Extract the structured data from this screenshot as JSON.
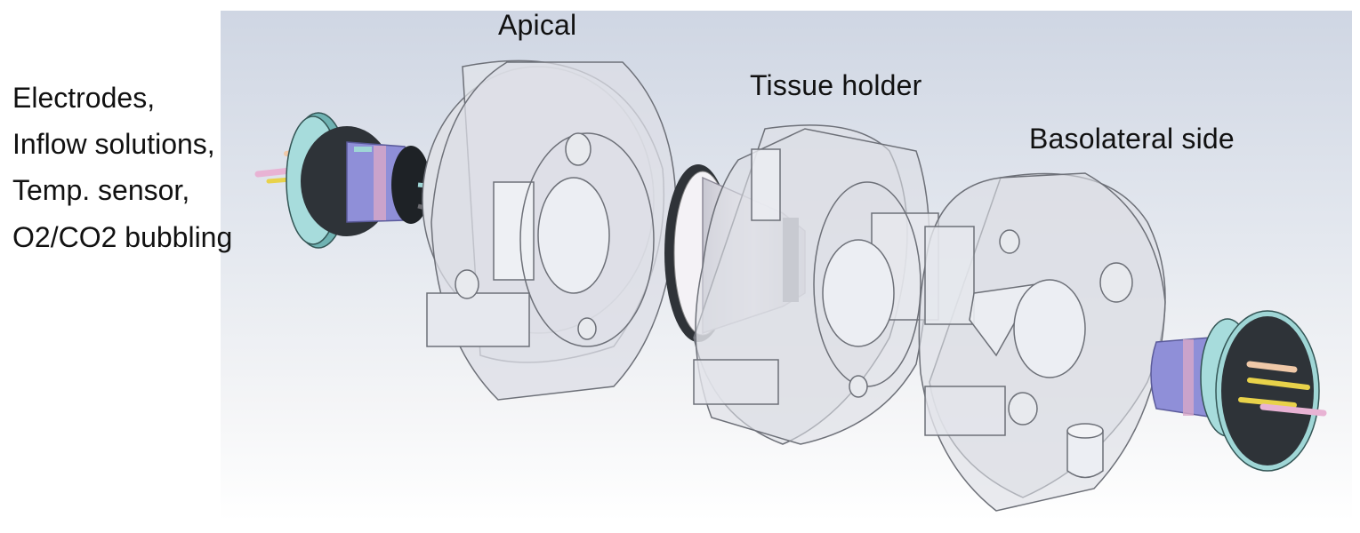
{
  "labels": {
    "apical": "Apical",
    "tissue_holder": "Tissue holder",
    "basolateral": "Basolateral side",
    "connector_lines": [
      "Electrodes,",
      "Inflow solutions,",
      "Temp. sensor,",
      "O2/CO2 bubbling"
    ]
  },
  "colors": {
    "housing_fill": "#d9dbe2",
    "housing_edge": "#6d7078",
    "cap_teal": "#9fd6d6",
    "connector_purple": "#8f8fd8",
    "pin_yellow": "#e8d24a",
    "pin_pink": "#e8b3d4",
    "pin_peach": "#f0c9a8",
    "dark_disc": "#2e3338"
  }
}
